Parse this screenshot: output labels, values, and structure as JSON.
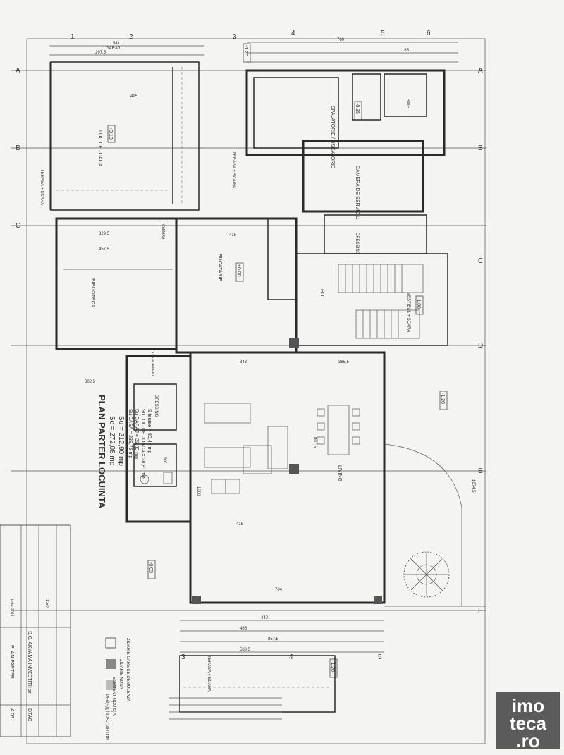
{
  "plan": {
    "title": "PLAN PARTER LOCUINTA",
    "sc": "Sc = 272,08 mp",
    "su": "Su = 212,90 mp",
    "area_lines": [
      "Su CASA = 239,75 mp",
      "Su GARAJ = 32,33 mp",
      "Su LOC DE JOACA = 28,81 mp",
      "S terase = 80,44 mp"
    ]
  },
  "rooms": {
    "garaj": "GARAJ",
    "loc_joaca": "LOC DE JOACA",
    "biblioteca": "BIBLIOTECA",
    "bucatarie": "BUCATARIE",
    "spalatorie": "SPALATORIE / USCATORIE",
    "camera_serviciu": "CAMERA DE SERVICIU",
    "dressing": "DRESSING",
    "hol": "HOL",
    "vestibul": "VESTIBUL + SCARA",
    "living": "LIVING",
    "degajament": "DEGAJAMENT",
    "terasa_scara_1": "TERASA + SCARA",
    "terasa_scara_2": "TERASA + SCARA",
    "camara": "CAMARA",
    "baie": "BAIE",
    "wc": "WC"
  },
  "levels": {
    "l1": "-1.20",
    "l2": "±0.00",
    "l3": "-0.35",
    "l4": "+0.10",
    "l5": "-0.05",
    "l6": "-1.20",
    "l7": "-1.20",
    "l8": "-1.08"
  },
  "grid_letters": [
    "A",
    "B",
    "C",
    "D",
    "E",
    "F"
  ],
  "grid_numbers": [
    "1",
    "2",
    "3",
    "4",
    "5",
    "6"
  ],
  "dims": {
    "d1": "541",
    "d2": "297,5",
    "d3": "760",
    "d4": "185",
    "d5": "495",
    "d6": "457,5",
    "d7": "415",
    "d8": "343",
    "d9": "385,5",
    "d10": "418",
    "d11": "704",
    "d12": "440",
    "d13": "857,5",
    "d14": "580,5",
    "d15": "465",
    "d16": "1000",
    "d17": "1074,5",
    "d18": "807,5",
    "d19": "302,5",
    "d20": "329,5"
  },
  "legend": {
    "l1": "ZIDARIE CARE SE DEMOLEAZA",
    "l2": "ZIDARIE NOUA",
    "l3": "ELEMENT NOU D.A.",
    "l4": "PERETI GIPS-CARTON"
  },
  "title_block": {
    "company": "S.C. AKYAMA INVESTITII srl",
    "drawing": "PLAN PARTER",
    "sheet": "A 03",
    "scale": "1:50",
    "date": "iulie 2011",
    "phase": "DTAC"
  },
  "watermark": {
    "line1": "imo",
    "line2": "teca",
    "line3": ".ro"
  }
}
